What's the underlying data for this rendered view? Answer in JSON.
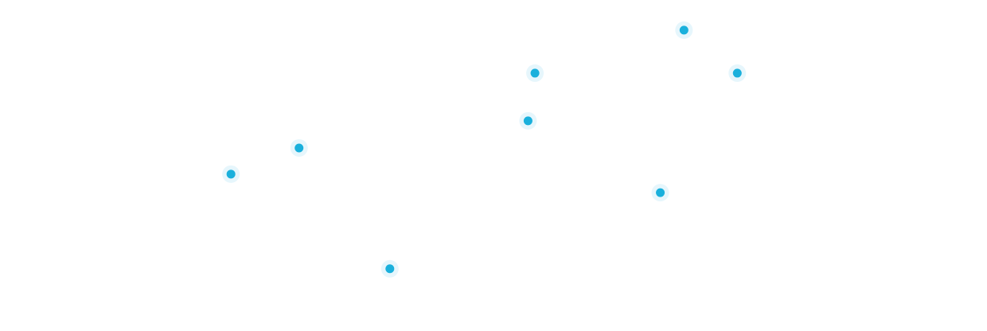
{
  "chart_data": {
    "type": "scatter",
    "title": "",
    "xlabel": "",
    "ylabel": "",
    "xlim": [
      0,
      100
    ],
    "ylim": [
      0,
      100
    ],
    "grid": false,
    "marker_color": "#1ab0dc",
    "halo_color": "#e6f6fc",
    "points": [
      {
        "x": 23.4,
        "y": 47.4
      },
      {
        "x": 30.3,
        "y": 55.3
      },
      {
        "x": 39.5,
        "y": 18.8
      },
      {
        "x": 53.5,
        "y": 63.5
      },
      {
        "x": 54.2,
        "y": 77.9
      },
      {
        "x": 66.9,
        "y": 41.8
      },
      {
        "x": 69.3,
        "y": 90.9
      },
      {
        "x": 74.7,
        "y": 77.9
      }
    ]
  }
}
